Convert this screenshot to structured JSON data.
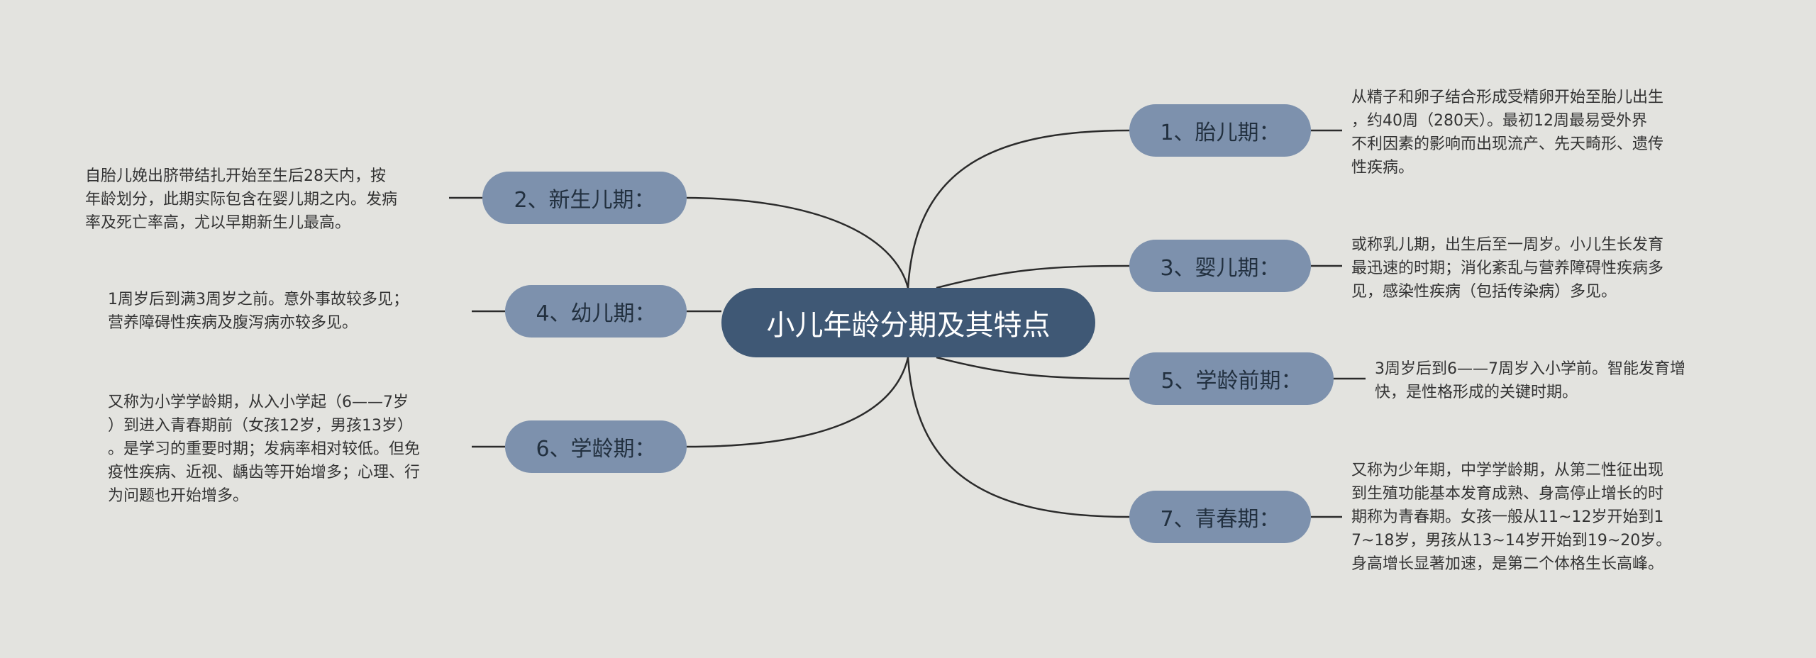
{
  "title": "小儿年龄分期及其特点",
  "colors": {
    "background": "#e3e3df",
    "center_node": "#3f5875",
    "branch_node": "#7d91ad",
    "connector": "#2b2b2b"
  },
  "branches": [
    {
      "label": "1、胎儿期：",
      "description": "从精子和卵子结合形成受精卵开始至胎儿出生\n，约40周（280天）。最初12周最易受外界\n不利因素的影响而出现流产、先天畸形、遗传\n性疾病。"
    },
    {
      "label": "2、新生儿期：",
      "description": "自胎儿娩出脐带结扎开始至生后28天内，按\n年龄划分，此期实际包含在婴儿期之内。发病\n率及死亡率高，尤以早期新生儿最高。"
    },
    {
      "label": "3、婴儿期：",
      "description": "或称乳儿期，出生后至一周岁。小儿生长发育\n最迅速的时期；消化紊乱与营养障碍性疾病多\n见，感染性疾病（包括传染病）多见。"
    },
    {
      "label": "4、幼儿期：",
      "description": "1周岁后到满3周岁之前。意外事故较多见；\n营养障碍性疾病及腹泻病亦较多见。"
    },
    {
      "label": "5、学龄前期：",
      "description": "3周岁后到6——7周岁入小学前。智能发育增\n快，是性格形成的关键时期。"
    },
    {
      "label": "6、学龄期：",
      "description": "又称为小学学龄期，从入小学起（6——7岁\n）到进入青春期前（女孩12岁，男孩13岁）\n。是学习的重要时期；发病率相对较低。但免\n疫性疾病、近视、龋齿等开始增多；心理、行\n为问题也开始增多。"
    },
    {
      "label": "7、青春期：",
      "description": "又称为少年期，中学学龄期，从第二性征出现\n到生殖功能基本发育成熟、身高停止增长的时\n期称为青春期。女孩一般从11~12岁开始到1\n7~18岁，男孩从13~14岁开始到19~20岁。\n身高增长显著加速，是第二个体格生长高峰。"
    }
  ]
}
